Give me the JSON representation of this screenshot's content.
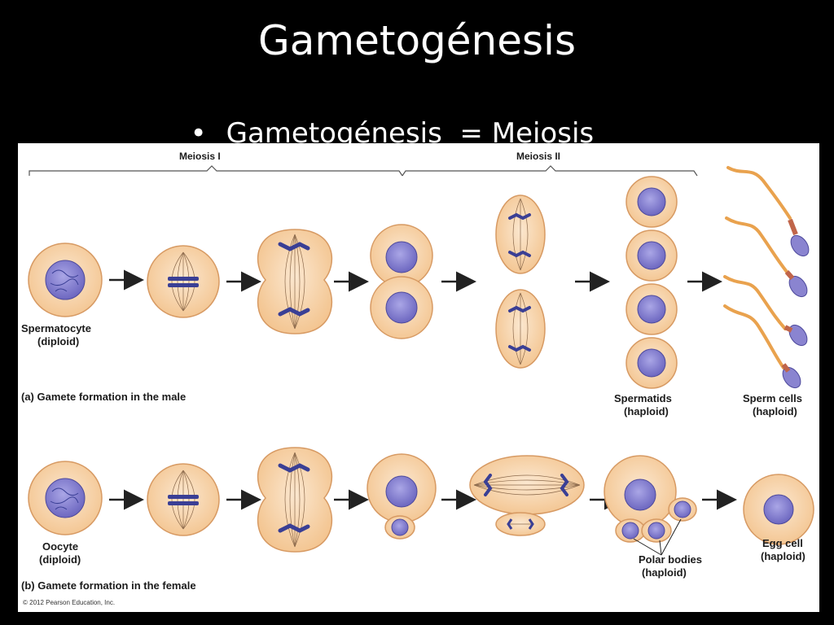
{
  "slide": {
    "title": "Gametogénesis",
    "bullet": "Gametogénesis  = Meiosis"
  },
  "figure": {
    "phase_labels": {
      "meiosis1": "Meiosis I",
      "meiosis2": "Meiosis II"
    },
    "male": {
      "start_label_1": "Spermatocyte",
      "start_label_2": "(diploid)",
      "spermatids_1": "Spermatids",
      "spermatids_2": "(haploid)",
      "sperm_1": "Sperm cells",
      "sperm_2": "(haploid)",
      "caption_letter": "(a)",
      "caption": "Gamete formation in the male"
    },
    "female": {
      "start_label_1": "Oocyte",
      "start_label_2": "(diploid)",
      "polar_1": "Polar bodies",
      "polar_2": "(haploid)",
      "egg_1": "Egg cell",
      "egg_2": "(haploid)",
      "caption_letter": "(b)",
      "caption": "Gamete formation in the female"
    },
    "copyright": "© 2012 Pearson Education, Inc.",
    "colors": {
      "cell_fill": "#f9d7b0",
      "cell_stroke": "#d79a63",
      "nucleus": "#8a84d0",
      "chromosome": "#3a3f95",
      "spindle": "#8c6a4c",
      "arrow": "#222222",
      "sperm_tail": "#e9a24e"
    }
  }
}
